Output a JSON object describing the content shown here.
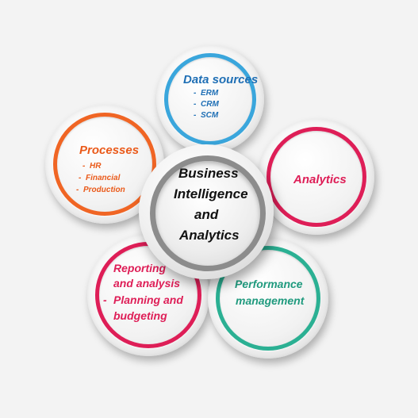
{
  "center": {
    "line1": "Business",
    "line2": "Intelligence",
    "line3": "and",
    "line4": "Analytics"
  },
  "petals": {
    "data_sources": {
      "title": "Data sources",
      "items": [
        "ERM",
        "CRM",
        "SCM"
      ]
    },
    "processes": {
      "title": "Processes",
      "items": [
        "HR",
        "Financial",
        "Production"
      ]
    },
    "analytics": {
      "title": "Analytics"
    },
    "reporting": {
      "lines": [
        "Reporting",
        "and analysis",
        "Planning and",
        "budgeting"
      ]
    },
    "performance": {
      "lines": [
        "Performance",
        "management"
      ]
    }
  },
  "colors": {
    "blue": "#3aa6dc",
    "orange": "#f06524",
    "red": "#de1e57",
    "teal": "#2bb093",
    "grey": "#8c8c8c"
  }
}
